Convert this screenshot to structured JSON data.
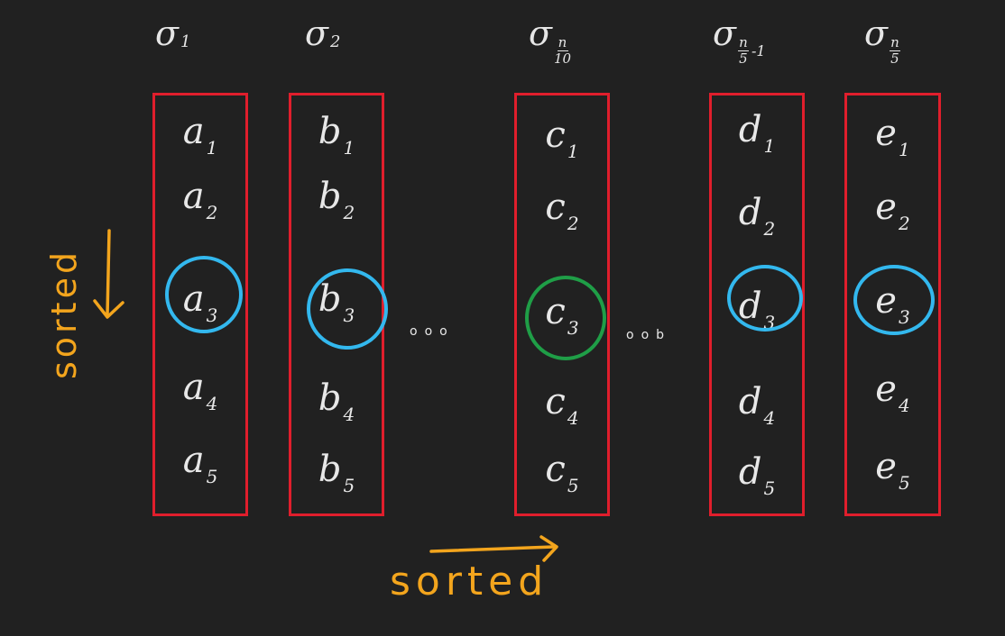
{
  "subsets": [
    {
      "symbol": "σ",
      "sub": "1"
    },
    {
      "symbol": "σ",
      "sub": "2"
    },
    {
      "symbol": "σ",
      "sub_num": "n",
      "sub_den": "10"
    },
    {
      "symbol": "σ",
      "sub_num": "n",
      "sub_den": "5",
      "sub_suffix": "-1"
    },
    {
      "symbol": "σ",
      "sub_num": "n",
      "sub_den": "5"
    }
  ],
  "columns": [
    {
      "letter": "a",
      "items": [
        "1",
        "2",
        "3",
        "4",
        "5"
      ],
      "highlight_index": 2,
      "highlight_color": "#33b8ee"
    },
    {
      "letter": "b",
      "items": [
        "1",
        "2",
        "3",
        "4",
        "5"
      ],
      "highlight_index": 2,
      "highlight_color": "#33b8ee"
    },
    {
      "letter": "c",
      "items": [
        "1",
        "2",
        "3",
        "4",
        "5"
      ],
      "highlight_index": 2,
      "highlight_color": "#1f9e47"
    },
    {
      "letter": "d",
      "items": [
        "1",
        "2",
        "3",
        "4",
        "5"
      ],
      "highlight_index": 2,
      "highlight_color": "#33b8ee"
    },
    {
      "letter": "e",
      "items": [
        "1",
        "2",
        "3",
        "4",
        "5"
      ],
      "highlight_index": 2,
      "highlight_color": "#33b8ee"
    }
  ],
  "ellipsis": "ooo",
  "ellipsis2": "oob",
  "horizontal_label": "sorted",
  "vertical_label": "sorted",
  "colors": {
    "background": "#212121",
    "column_border": "#e01e2c",
    "median_ring": "#33b8ee",
    "median_of_medians_ring": "#1f9e47",
    "annotation": "#f3a51d",
    "ink": "#e8e8e8"
  }
}
